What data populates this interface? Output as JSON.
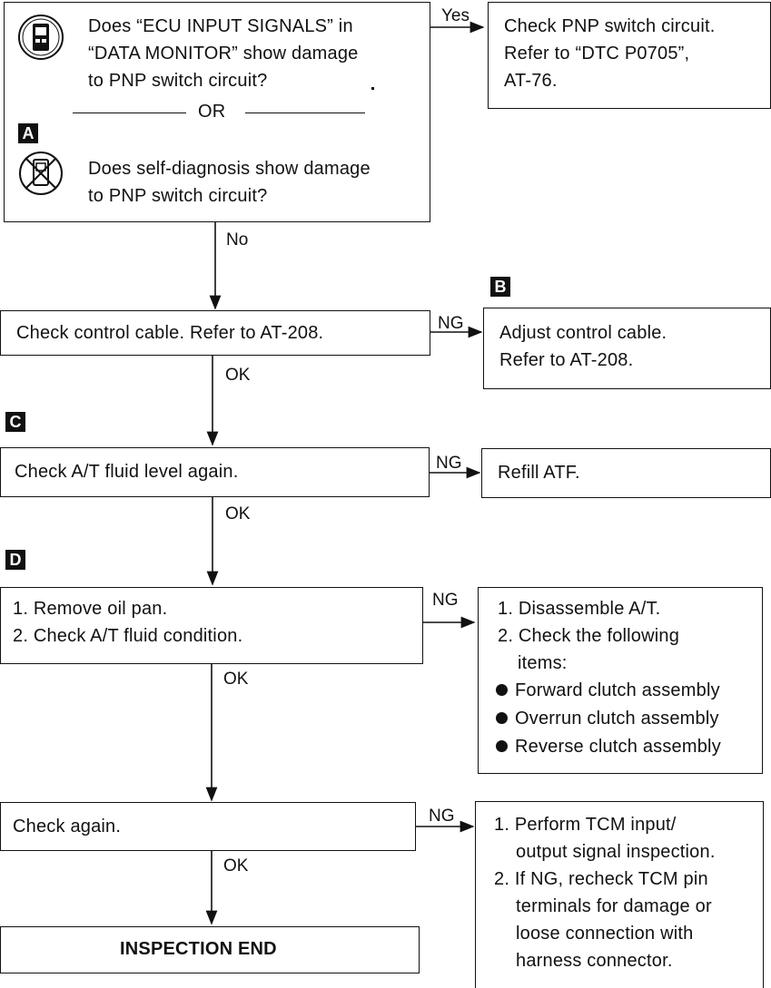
{
  "q1": {
    "lines": [
      "Does “ECU INPUT SIGNALS” in",
      "“DATA MONITOR” show damage",
      "to PNP switch circuit?"
    ],
    "or": "OR",
    "tag": "A",
    "lines2": [
      "Does self-diagnosis show damage",
      "to PNP switch circuit?"
    ]
  },
  "yes_label": "Yes",
  "no_label": "No",
  "r1": {
    "lines": [
      "Check PNP switch circuit.",
      "Refer to “DTC P0705”,",
      "AT-76."
    ]
  },
  "tag_b": "B",
  "s2": {
    "text": "Check control cable. Refer to AT-208.",
    "ng": "NG",
    "ok": "OK"
  },
  "r2": {
    "lines": [
      "Adjust control cable.",
      "Refer to AT-208."
    ]
  },
  "tag_c": "C",
  "s3": {
    "text": "Check A/T fluid level again.",
    "ng": "NG",
    "ok": "OK"
  },
  "r3": {
    "text": "Refill ATF."
  },
  "tag_d": "D",
  "s4": {
    "lines": [
      "1. Remove oil pan.",
      "2. Check A/T fluid condition."
    ],
    "ng": "NG",
    "ok": "OK"
  },
  "r4": {
    "lines": [
      "1. Disassemble A/T.",
      "2. Check the following",
      "items:"
    ],
    "bullets": [
      "Forward clutch assembly",
      "Overrun clutch assembly",
      "Reverse clutch assembly"
    ]
  },
  "s5": {
    "text": "Check again.",
    "ng": "NG",
    "ok": "OK"
  },
  "r5": {
    "lines": [
      "1. Perform TCM input/",
      "output signal inspection.",
      "2. If NG, recheck TCM pin",
      "terminals for damage or",
      "loose connection with",
      "harness connector."
    ]
  },
  "end": {
    "text": "INSPECTION END"
  }
}
